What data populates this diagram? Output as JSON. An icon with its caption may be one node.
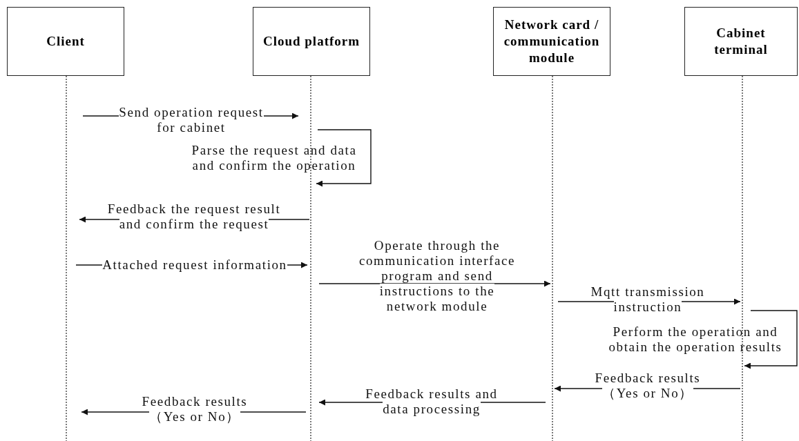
{
  "diagram": {
    "nodes": [
      {
        "text": [
          "Client"
        ]
      },
      {
        "text": [
          "Cloud platform"
        ]
      },
      {
        "text": [
          "Network card / communication module"
        ]
      },
      {
        "text": [
          "Cabinet terminal"
        ]
      }
    ],
    "edges": [
      {
        "from": 0,
        "to": 1,
        "arrow": "to",
        "label": "Send operation request for cabinet"
      },
      {
        "from": 1,
        "to": 1,
        "arrow": "to",
        "label": "Parse the request and data and confirm the operation"
      },
      {
        "from": 1,
        "to": 0,
        "arrow": "to",
        "label": "Feedback the request result and confirm the request"
      },
      {
        "from": 0,
        "to": 1,
        "arrow": "to",
        "label": "Attached request information"
      },
      {
        "from": 1,
        "to": 2,
        "arrow": "to",
        "label": "Operate through the communication interface program and send instructions to the network module"
      },
      {
        "from": 2,
        "to": 3,
        "arrow": "to",
        "label": "Mqtt transmission instruction"
      },
      {
        "from": 3,
        "to": 3,
        "arrow": "to",
        "label": "Perform the operation and obtain the operation results"
      },
      {
        "from": 3,
        "to": 2,
        "arrow": "to",
        "label": "Feedback results （Yes or No）"
      },
      {
        "from": 2,
        "to": 1,
        "arrow": "to",
        "label": "Feedback results and data processing"
      },
      {
        "from": 1,
        "to": 0,
        "arrow": "to",
        "label": "Feedback results （Yes or No）"
      }
    ]
  }
}
